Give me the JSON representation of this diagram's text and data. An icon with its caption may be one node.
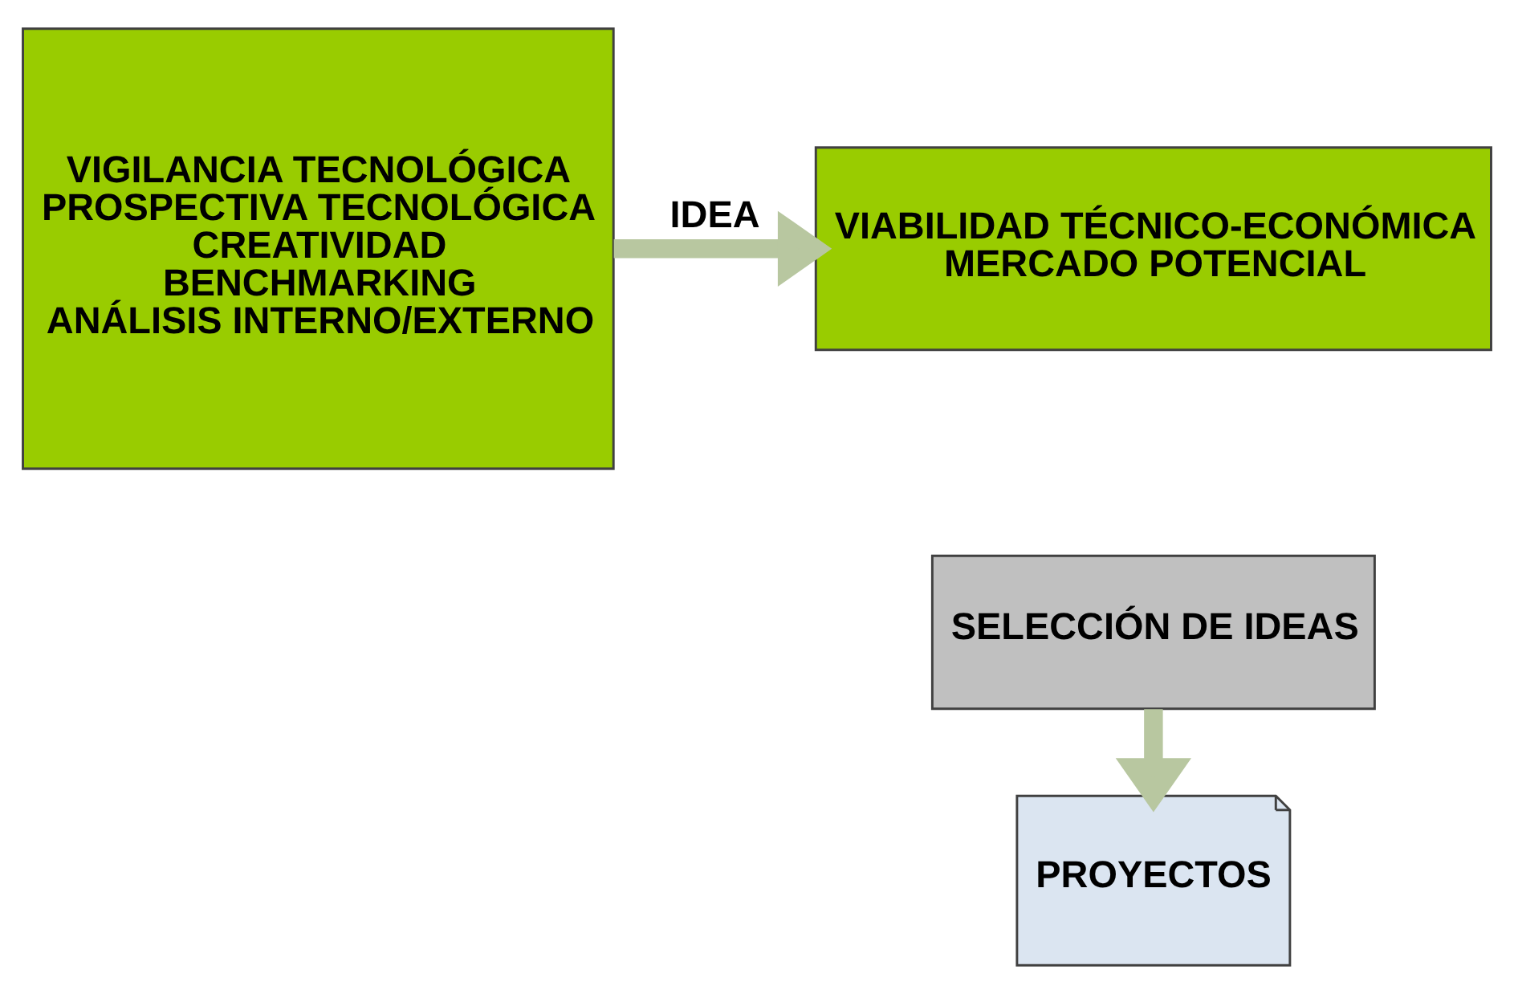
{
  "diagram": {
    "nodes": [
      {
        "text": [
          "VIGILANCIA TECNOLÓGICA",
          "PROSPECTIVA TECNOLÓGICA",
          "CREATIVIDAD",
          "BENCHMARKING",
          "ANÁLISIS INTERNO/EXTERNO"
        ]
      },
      {
        "text": [
          "VIABILIDAD TÉCNICO-ECONÓMICA",
          "MERCADO POTENCIAL"
        ]
      },
      {
        "text": [
          "SELECCIÓN DE IDEAS"
        ]
      },
      {
        "text": [
          "PROYECTOS"
        ]
      }
    ],
    "edges": [
      {
        "from": 0,
        "to": 1,
        "arrow": "to",
        "label": "IDEA"
      },
      {
        "from": 2,
        "to": 3,
        "arrow": "to"
      }
    ]
  }
}
